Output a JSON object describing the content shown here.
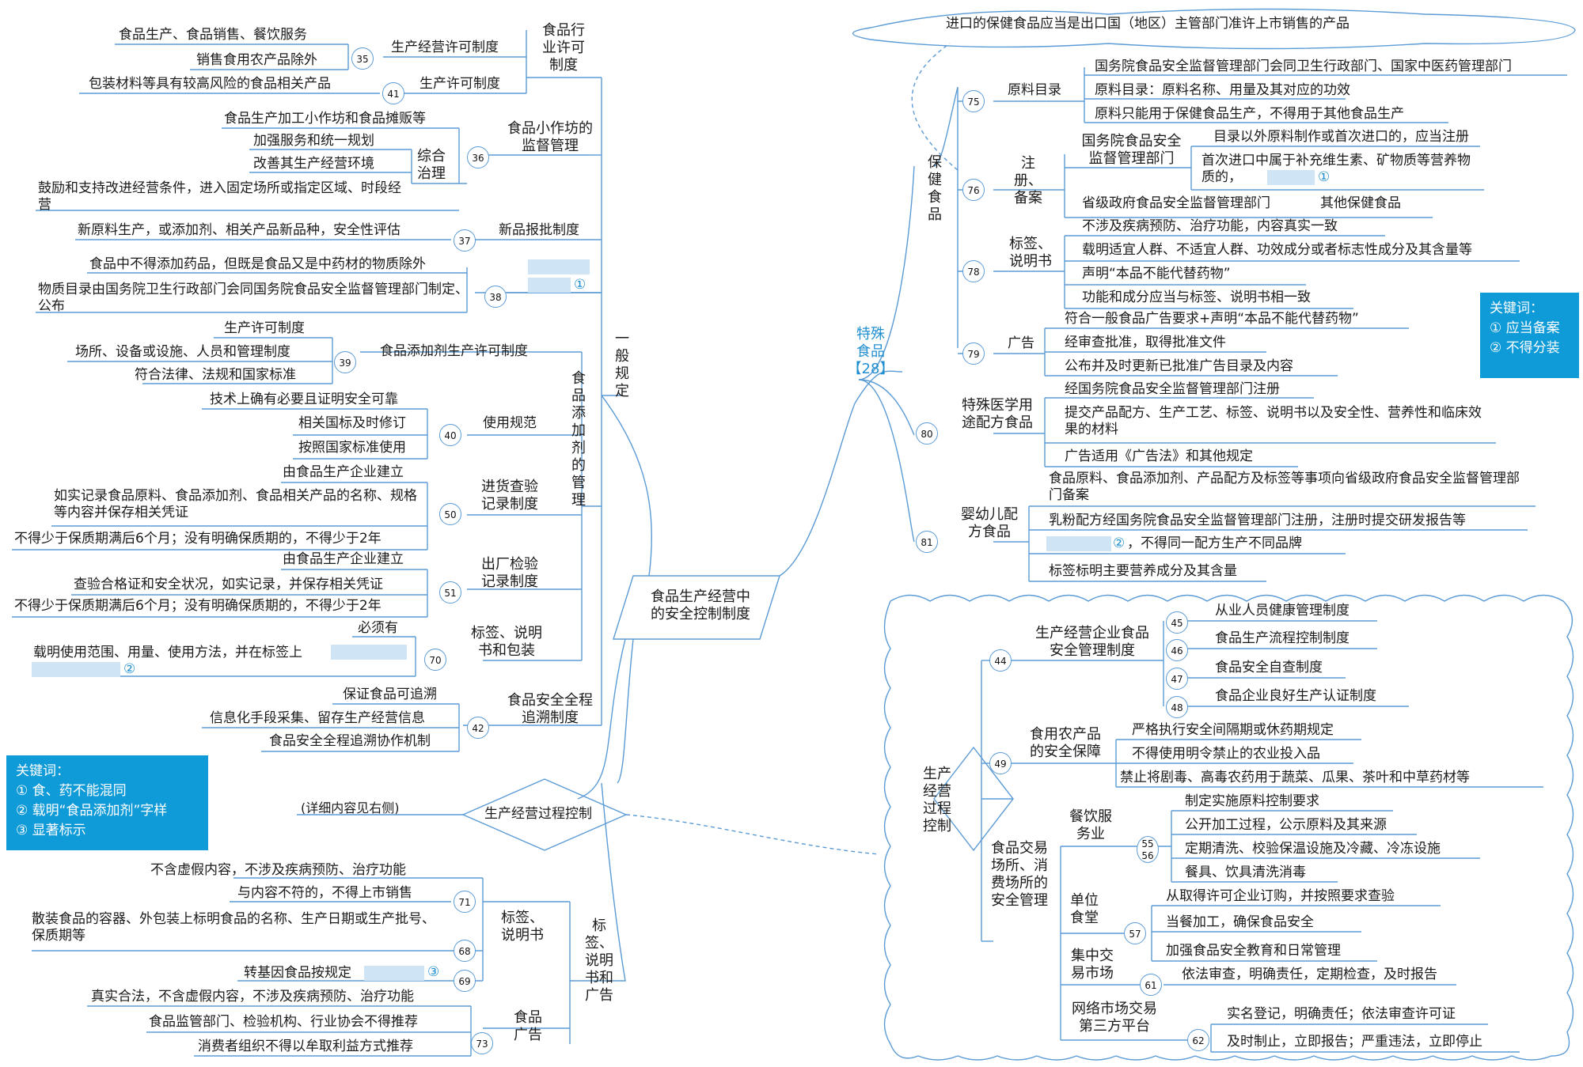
{
  "center": {
    "title": "食品生产经营中的安全控制制度"
  },
  "general": {
    "label": "一般规定",
    "license": {
      "label": "食品行业许可制度",
      "business": "生产经营许可制度",
      "production": "生产许可制度",
      "n35": "35",
      "n41": "41",
      "leaf1": "食品生产、食品销售、餐饮服务",
      "leaf2": "销售食用农产品除外",
      "leaf3": "包装材料等具有较高风险的食品相关产品"
    },
    "workshop": {
      "label": "食品小作坊的监督管理",
      "n36": "36",
      "sub": "综合治理",
      "leaf1": "食品生产加工小作坊和食品摊贩等",
      "leaf2": "加强服务和统一规划",
      "leaf3": "改善其生产经营环境",
      "leaf4": "鼓励和支持改进经营条件，进入固定场所或指定区域、时段经营"
    },
    "newproduct": {
      "label": "新品报批制度",
      "n37": "37",
      "leaf": "新原料生产，或添加剂、相关产品新品种，安全性评估"
    },
    "medicine": {
      "n38": "38",
      "leaf1": "食品中不得添加药品，但既是食品又是中药材的物质除外",
      "leaf2": "物质目录由国务院卫生行政部门会同国务院食品安全监督管理部门制定、公布",
      "blank": "①"
    },
    "additive": {
      "label": "食品添加剂的管理",
      "lic": "食品添加剂生产许可制度",
      "n39": "39",
      "lic1": "生产许可制度",
      "lic2": "场所、设备或设施、人员和管理制度",
      "lic3": "符合法律、法规和国家标准",
      "use": "使用规范",
      "n40": "40",
      "use1": "技术上确有必要且证明安全可靠",
      "use2": "相关国标及时修订",
      "use3": "按照国家标准使用",
      "inbound": "进货查验记录制度",
      "n50": "50",
      "in1": "由食品生产企业建立",
      "in2": "如实记录食品原料、食品添加剂、食品相关产品的名称、规格等内容并保存相关凭证",
      "in3": "不得少于保质期满后6个月；没有明确保质期的，不得少于2年",
      "outbound": "出厂检验记录制度",
      "n51": "51",
      "out1": "由食品生产企业建立",
      "out2": "查验合格证和安全状况，如实记录，并保存相关凭证",
      "out3": "不得少于保质期满后6个月；没有明确保质期的，不得少于2年",
      "labeling": "标签、说明书和包装",
      "n70": "70",
      "lab1": "必须有",
      "lab2": "载明使用范围、用量、使用方法，并在标签上",
      "blank": "②"
    },
    "trace": {
      "label": "食品安全全程追溯制度",
      "n42": "42",
      "leaf1": "保证食品可追溯",
      "leaf2": "信息化手段采集、留存生产经营信息",
      "leaf3": "食品安全全程追溯协作机制"
    }
  },
  "process_node": {
    "label": "生产经营过程控制",
    "note": "(详细内容见右侧)"
  },
  "label_ad": {
    "label": "标签、说明书和广告",
    "instr": "标签、说明书",
    "n71": "71",
    "n68": "68",
    "n69": "69",
    "leaf1": "不含虚假内容，不涉及疾病预防、治疗功能",
    "leaf2": "与内容不符的，不得上市销售",
    "leaf3": "散装食品的容器、外包装上标明食品的名称、生产日期或生产批号、保质期等",
    "leaf4": "转基因食品按规定",
    "blank": "③",
    "ad": "食品广告",
    "n73": "73",
    "ad1": "真实合法，不含虚假内容，不涉及疾病预防、治疗功能",
    "ad2": "食品监管部门、检验机构、行业协会不得推荐",
    "ad3": "消费者组织不得以牟取利益方式推荐"
  },
  "keywords_left": {
    "title": "关键词：",
    "k1": "① 食、药不能混同",
    "k2": "② 载明“食品添加剂”字样",
    "k3": "③ 显著标示"
  },
  "special": {
    "label": "特殊食品",
    "count": "【28】",
    "cloud": "进口的保健食品应当是出口国（地区）主管部门准许上市销售的产品",
    "health": "保健食品",
    "raw": "原料目录",
    "n75": "75",
    "raw1": "国务院食品安全监督管理部门会同卫生行政部门、国家中医药管理部门",
    "raw2": "原料目录：原料名称、用量及其对应的功效",
    "raw3": "原料只能用于保健食品生产，不得用于其他食品生产",
    "reg": "注册、备案",
    "n76": "76",
    "reg_dept": "国务院食品安全监督管理部门",
    "reg1": "目录以外原料制作或首次进口的，应当注册",
    "reg2": "首次进口中属于补充维生素、矿物质等营养物质的，",
    "reg_blank": "①",
    "reg_prov": "省级政府食品安全监督管理部门",
    "reg_other": "其他保健食品",
    "lab": "标签、说明书",
    "n78": "78",
    "lab1": "不涉及疾病预防、治疗功能，内容真实一致",
    "lab2": "载明适宜人群、不适宜人群、功效成分或者标志性成分及其含量等",
    "lab3": "声明“本品不能代替药物”",
    "lab4": "功能和成分应当与标签、说明书相一致",
    "ad": "广告",
    "n79": "79",
    "ad1": "符合一般食品广告要求+声明“本品不能代替药物”",
    "ad2": "经审查批准，取得批准文件",
    "ad3": "公布并及时更新已批准广告目录及内容",
    "medical": "特殊医学用途配方食品",
    "n80": "80",
    "med1": "经国务院食品安全监督管理部门注册",
    "med2": "提交产品配方、生产工艺、标签、说明书以及安全性、营养性和临床效果的材料",
    "med3": "广告适用《广告法》和其他规定",
    "infant": "婴幼儿配方食品",
    "n81": "81",
    "inf1": "食品原料、食品添加剂、产品配方及标签等事项向省级政府食品安全监督管理部门备案",
    "inf2": "乳粉配方经国务院食品安全监督管理部门注册，注册时提交研发报告等",
    "inf3": "，不得同一配方生产不同品牌",
    "inf_blank": "②",
    "inf4": "标签标明主要营养成分及其含量"
  },
  "keywords_right": {
    "title": "关键词：",
    "k1": "① 应当备案",
    "k2": "② 不得分装"
  },
  "process": {
    "label": "生产经营过程控制",
    "corp": "生产经营企业食品安全管理制度",
    "n44": "44",
    "c45": "45",
    "c45t": "从业人员健康管理制度",
    "c46": "46",
    "c46t": "食品生产流程控制制度",
    "c47": "47",
    "c47t": "食品安全自查制度",
    "c48": "48",
    "c48t": "食品企业良好生产认证制度",
    "farm": "食用农产品的安全保障",
    "n49": "49",
    "f1": "严格执行安全间隔期或休药期规定",
    "f2": "不得使用明令禁止的农业投入品",
    "f3": "禁止将剧毒、高毒农药用于蔬菜、瓜果、茶叶和中草药材等",
    "venue": "食品交易场所、消费场所的安全管理",
    "dine": "餐饮服务业",
    "n55": "55",
    "n56": "56",
    "d1": "制定实施原料控制要求",
    "d2": "公开加工过程，公示原料及其来源",
    "d3": "定期清洗、校验保温设施及冷藏、冷冻设施",
    "d4": "餐具、饮具清洗消毒",
    "canteen": "单位食堂",
    "n57": "57",
    "ca1": "从取得许可企业订购，并按照要求查验",
    "ca2": "当餐加工，确保食品安全",
    "ca3": "加强食品安全教育和日常管理",
    "market": "集中交易市场",
    "n61": "61",
    "m1": "依法审查，明确责任，定期检查，及时报告",
    "online": "网络市场交易第三方平台",
    "n62": "62",
    "o1": "实名登记，明确责任；依法审查许可证",
    "o2": "及时制止，立即报告；严重违法，立即停止"
  },
  "colors": {
    "line": "#5b9bd5",
    "highlight": "#cfe5f6",
    "keyword_box": "#0f9ad8",
    "accent_text": "#1f8fcf"
  }
}
